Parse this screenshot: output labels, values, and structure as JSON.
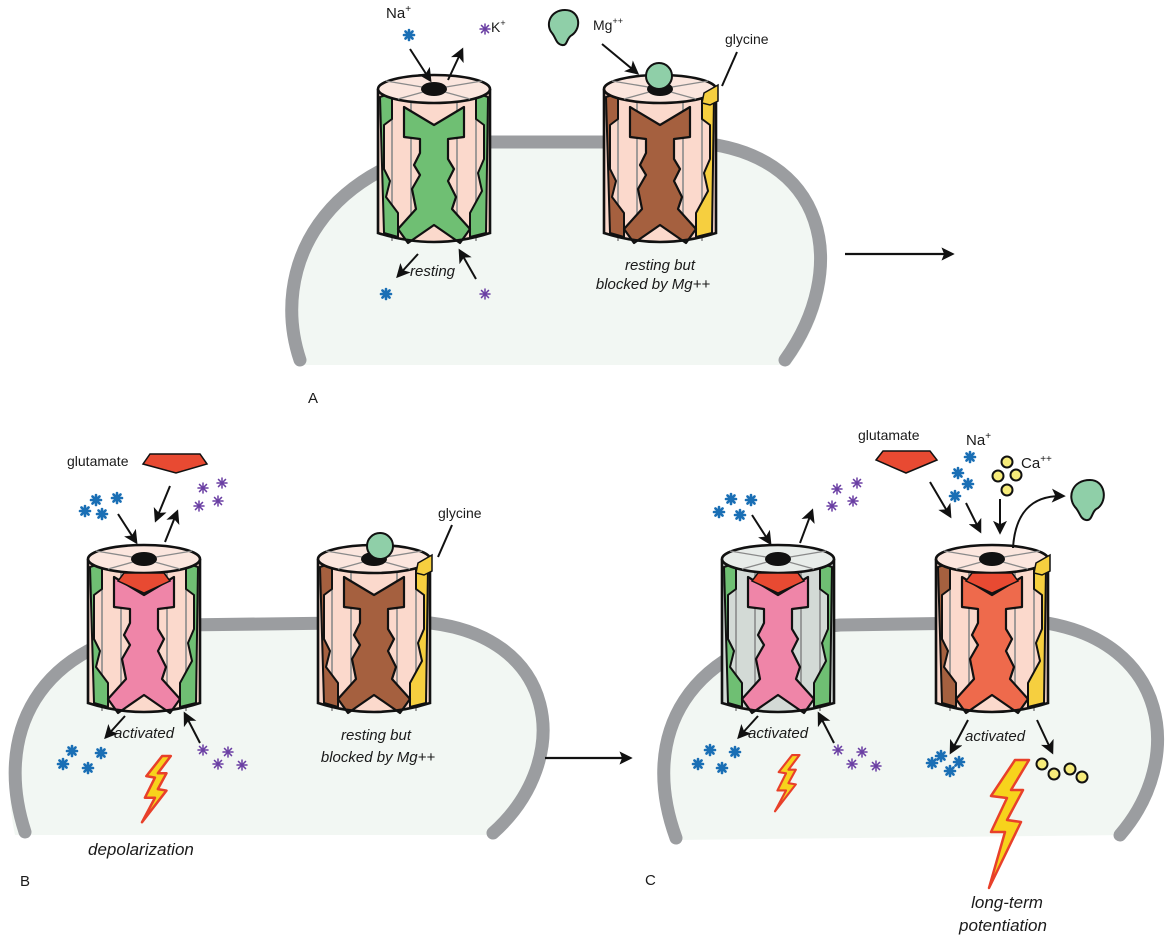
{
  "figure": {
    "colors": {
      "cell_fill": "#f2f7f3",
      "membrane": "#9b9da0",
      "channel_body": "#fbd9cc",
      "channel_stripe": "#8a8a8a",
      "subunit_green": "#6fbf73",
      "subunit_brown": "#a5603f",
      "subunit_pink": "#ef85a8",
      "subunit_orange": "#ee6a4c",
      "glycine_yellow": "#f6cf3f",
      "glutamate_red": "#e84a32",
      "mg_ion": "#8fcfa8",
      "na_ion": "#1a6fb5",
      "k_ion": "#6a3fa3",
      "ca_ion": "#f7ec7a",
      "bolt_fill": "#f7d31c",
      "bolt_stroke": "#e8402a",
      "activated_gray_body": "#d3dad6"
    },
    "panels": [
      {
        "id": "A",
        "label": "A",
        "channels": [
          {
            "state_label": "resting",
            "ions_in_label": "Na+",
            "ions_out_label": "K+"
          },
          {
            "state_label_line1": "resting but",
            "state_label_line2": "blocked by Mg++",
            "blocker_label": "Mg++",
            "coagonist_label": "glycine"
          }
        ]
      },
      {
        "id": "B",
        "label": "B",
        "channels": [
          {
            "ligand_label": "glutamate",
            "state_label": "activated",
            "effect_label": "depolarization"
          },
          {
            "state_label_line1": "resting but",
            "state_label_line2": "blocked by Mg++",
            "coagonist_label": "glycine"
          }
        ]
      },
      {
        "id": "C",
        "label": "C",
        "channels": [
          {
            "state_label": "activated"
          },
          {
            "ligand_label": "glutamate",
            "ion1_label": "Na+",
            "ion2_label": "Ca++",
            "state_label": "activated",
            "effect_label_line1": "long-term",
            "effect_label_line2": "potentiation"
          }
        ]
      }
    ],
    "text": {
      "na": "Na",
      "k": "K",
      "mg": "Mg",
      "ca": "Ca",
      "plus": "+",
      "plusplus": "++"
    }
  }
}
